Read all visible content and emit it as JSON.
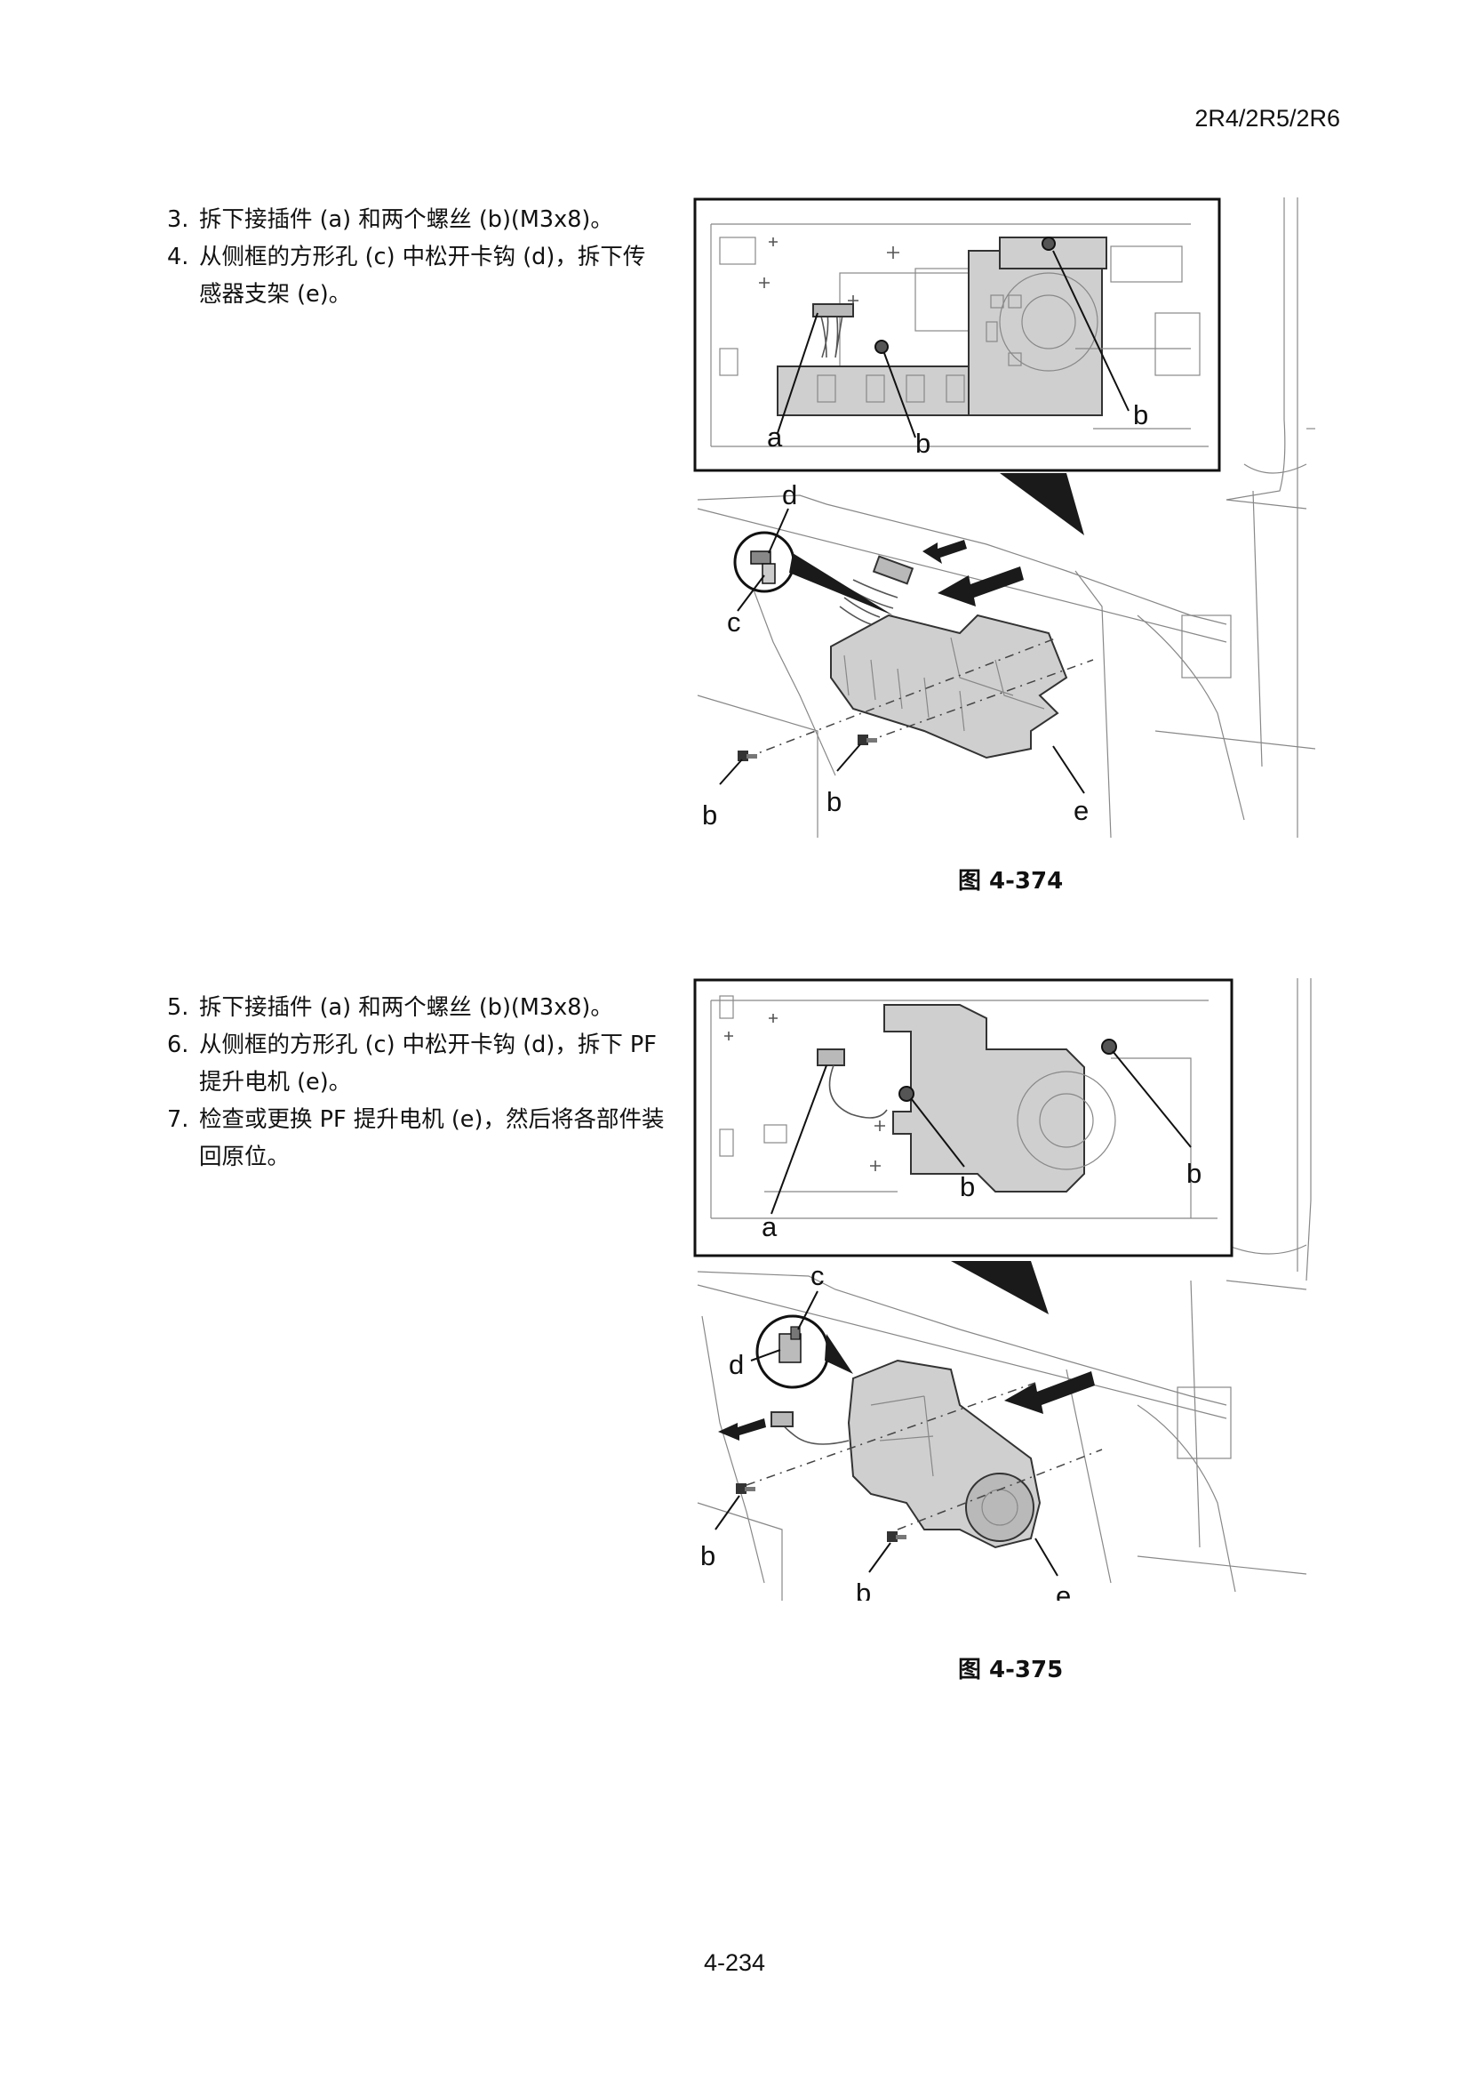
{
  "header": {
    "model": "2R4/2R5/2R6"
  },
  "section1": {
    "steps": [
      {
        "num": "3.",
        "text": "拆下接插件 (a) 和两个螺丝 (b)(M3x8)。"
      },
      {
        "num": "4.",
        "text": "从侧框的方形孔 (c) 中松开卡钩 (d)，拆下传感器支架 (e)。"
      }
    ],
    "figure": {
      "caption": "图 4-374",
      "labels": {
        "a": "a",
        "b1": "b",
        "b2": "b",
        "b3": "b",
        "b4": "b",
        "c": "c",
        "d": "d",
        "e": "e"
      }
    }
  },
  "section2": {
    "steps": [
      {
        "num": "5.",
        "text": "拆下接插件 (a) 和两个螺丝 (b)(M3x8)。"
      },
      {
        "num": "6.",
        "text": "从侧框的方形孔 (c) 中松开卡钩 (d)，拆下 PF 提升电机 (e)。"
      },
      {
        "num": "7.",
        "text": "检查或更换 PF 提升电机 (e)，然后将各部件装回原位。"
      }
    ],
    "figure": {
      "caption": "图 4-375",
      "labels": {
        "a": "a",
        "b1": "b",
        "b2": "b",
        "b3": "b",
        "b4": "b",
        "c": "c",
        "d": "d",
        "e": "e"
      }
    }
  },
  "footer": {
    "page_number": "4-234"
  }
}
